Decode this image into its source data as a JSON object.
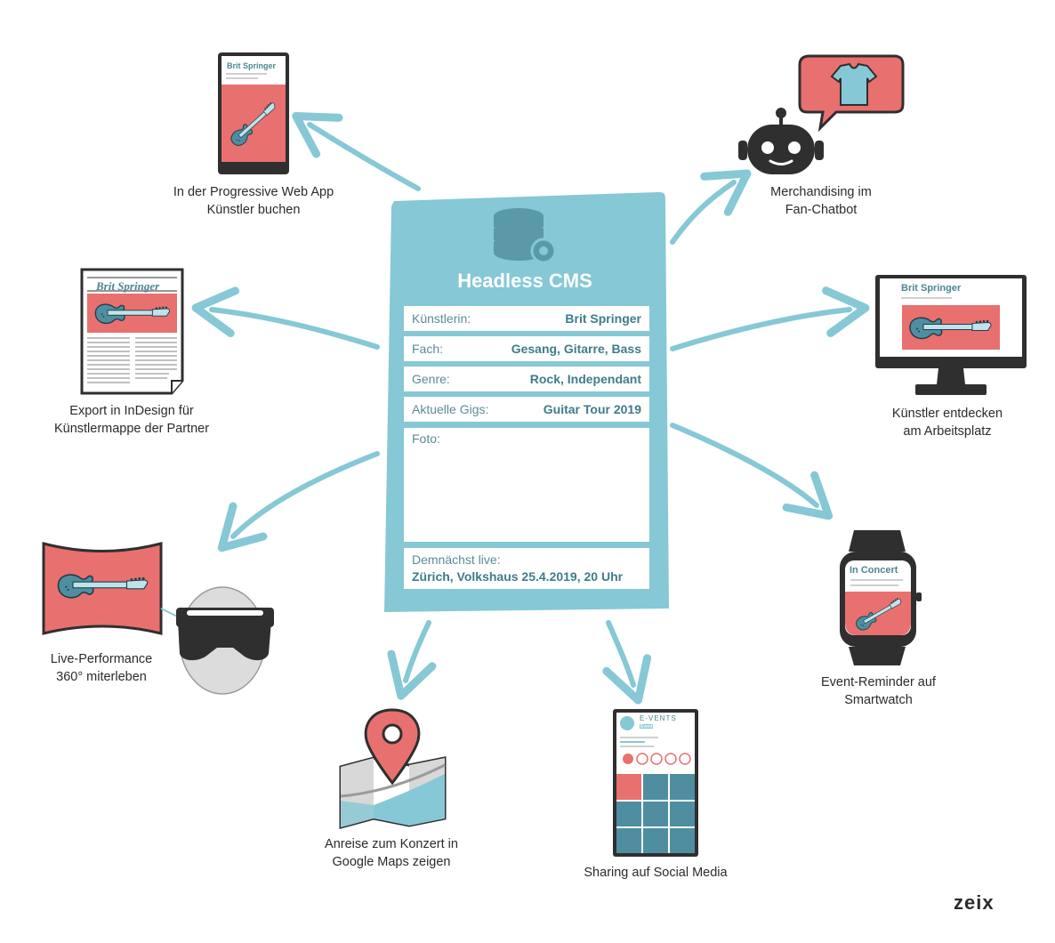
{
  "cms": {
    "title": "Headless CMS",
    "fields": [
      {
        "label": "Künstlerin:",
        "value": "Brit Springer"
      },
      {
        "label": "Fach:",
        "value": "Gesang, Gitarre, Bass"
      },
      {
        "label": "Genre:",
        "value": "Rock, Independant"
      },
      {
        "label": "Aktuelle Gigs:",
        "value": "Guitar Tour 2019"
      }
    ],
    "photo_label": "Foto:",
    "live_label": "Demnächst live:",
    "live_value": "Zürich, Volkshaus 25.4.2019, 20 Uhr"
  },
  "channels": {
    "pwa": {
      "line1": "In der Progressive Web App",
      "line2": "Künstler buchen",
      "screen_title": "Brit Springer"
    },
    "chatbot": {
      "line1": "Merchandising im",
      "line2": "Fan-Chatbot"
    },
    "indesign": {
      "line1": "Export in InDesign für",
      "line2": "Künstlermappe der Partner",
      "screen_title": "Brit Springer"
    },
    "desktop": {
      "line1": "Künstler entdecken",
      "line2": "am Arbeitsplatz",
      "screen_title": "Brit Springer"
    },
    "vr": {
      "line1": "Live-Performance",
      "line2": "360° miterleben"
    },
    "smartwatch": {
      "line1": "Event-Reminder auf",
      "line2": "Smartwatch",
      "screen_title": "In Concert"
    },
    "maps": {
      "line1": "Anreise zum Konzert in",
      "line2": "Google Maps zeigen"
    },
    "social": {
      "line1": "Sharing auf Social Media",
      "screen_title": "E-VENTS",
      "badge": "Event"
    }
  },
  "brand": "zeix",
  "colors": {
    "teal": "#86c8d5",
    "coral": "#e8706e",
    "dark": "#2f2f2f",
    "guitar": "#4f8ea0"
  },
  "icons": [
    "database-gear-icon",
    "robot-icon",
    "tshirt-icon",
    "guitar-icon",
    "map-pin-icon",
    "vr-headset-icon",
    "smartwatch-icon",
    "monitor-icon",
    "phone-icon",
    "newspaper-icon"
  ]
}
